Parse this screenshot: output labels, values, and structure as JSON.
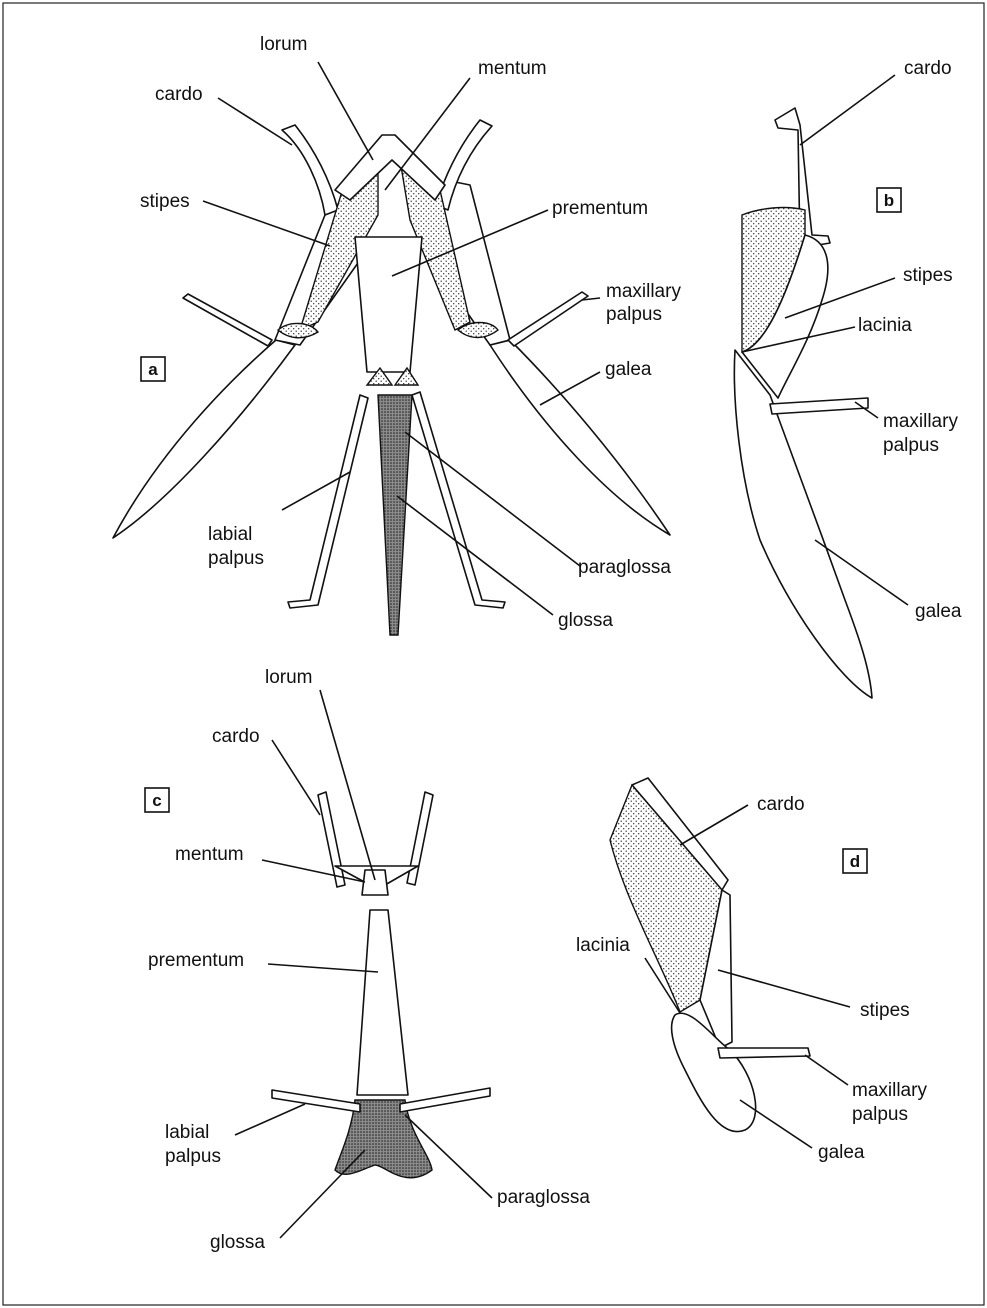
{
  "panels": [
    "a",
    "b",
    "c",
    "d"
  ],
  "labels": {
    "a": {
      "lorum": "lorum",
      "mentum": "mentum",
      "cardo": "cardo",
      "stipes": "stipes",
      "prementum": "prementum",
      "maxillary_palpus_1": "maxillary",
      "maxillary_palpus_2": "palpus",
      "galea": "galea",
      "labial_palpus_1": "labial",
      "labial_palpus_2": "palpus",
      "paraglossa": "paraglossa",
      "glossa": "glossa"
    },
    "b": {
      "cardo": "cardo",
      "stipes": "stipes",
      "lacinia": "lacinia",
      "maxillary_palpus_1": "maxillary",
      "maxillary_palpus_2": "palpus",
      "galea": "galea"
    },
    "c": {
      "lorum": "lorum",
      "cardo": "cardo",
      "mentum": "mentum",
      "prementum": "prementum",
      "labial_palpus_1": "labial",
      "labial_palpus_2": "palpus",
      "paraglossa": "paraglossa",
      "glossa": "glossa"
    },
    "d": {
      "cardo": "cardo",
      "lacinia": "lacinia",
      "stipes": "stipes",
      "maxillary_palpus_1": "maxillary",
      "maxillary_palpus_2": "palpus",
      "galea": "galea"
    }
  }
}
